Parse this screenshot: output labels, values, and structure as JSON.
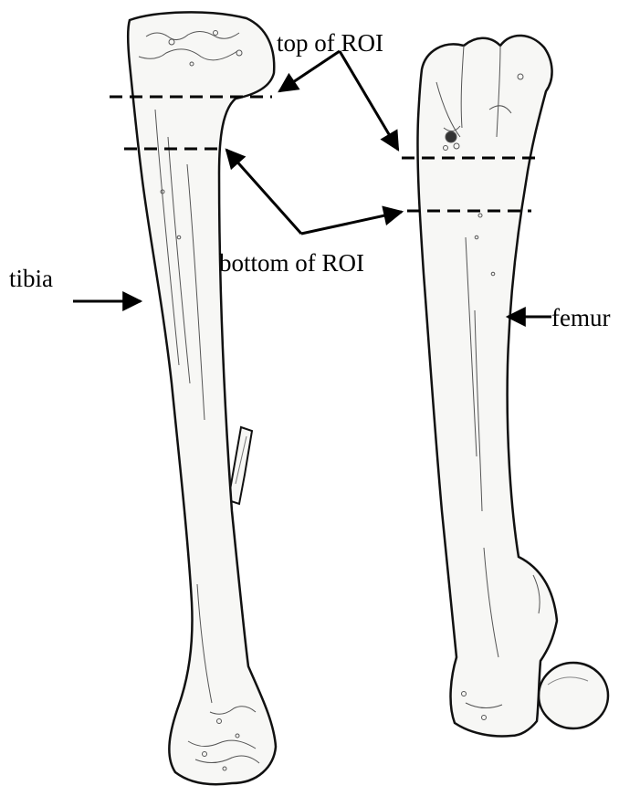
{
  "labels": {
    "top_of_roi": "top of ROI",
    "bottom_of_roi": "bottom of ROI",
    "tibia": "tibia",
    "femur": "femur"
  },
  "colors": {
    "ink": "#000000",
    "bone_fill": "#f7f7f5",
    "bone_outline": "#111111",
    "texture": "#555555",
    "background": "#ffffff"
  }
}
